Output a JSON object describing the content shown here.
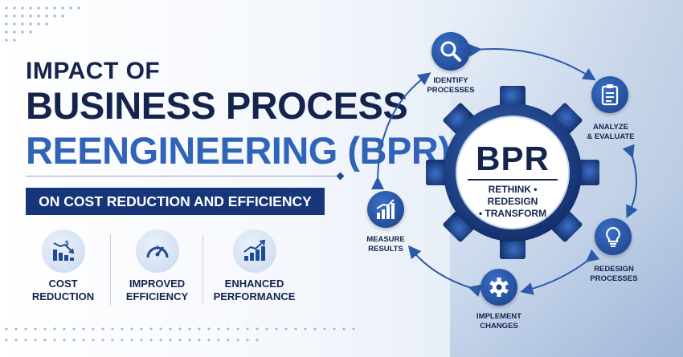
{
  "title": {
    "line1": "IMPACT OF",
    "line2": "BUSINESS PROCESS",
    "line3": "REENGINEERING (BPR)"
  },
  "banner": "ON COST REDUCTION AND EFFICIENCY",
  "benefits": [
    {
      "line1": "COST",
      "line2": "REDUCTION",
      "icon": "cost-chart-icon"
    },
    {
      "line1": "IMPROVED",
      "line2": "EFFICIENCY",
      "icon": "speedometer-icon"
    },
    {
      "line1": "ENHANCED",
      "line2": "PERFORMANCE",
      "icon": "growth-chart-icon"
    }
  ],
  "center": {
    "title": "BPR",
    "sub1": "RETHINK • REDESIGN",
    "sub2": "• TRANSFORM"
  },
  "cycle": [
    {
      "line1": "IDENTIFY",
      "line2": "PROCESSES",
      "icon": "search-icon"
    },
    {
      "line1": "ANALYZE",
      "line2": "& EVALUATE",
      "icon": "clipboard-icon"
    },
    {
      "line1": "REDESIGN",
      "line2": "PROCESSES",
      "icon": "lightbulb-icon"
    },
    {
      "line1": "IMPLEMENT",
      "line2": "CHANGES",
      "icon": "gear-icon"
    },
    {
      "line1": "MEASURE",
      "line2": "RESULTS",
      "icon": "bar-chart-icon"
    }
  ],
  "colors": {
    "navy": "#14244d",
    "accent_blue": "#2f64b8",
    "banner": "#17367a",
    "node": "#1b3f86"
  }
}
